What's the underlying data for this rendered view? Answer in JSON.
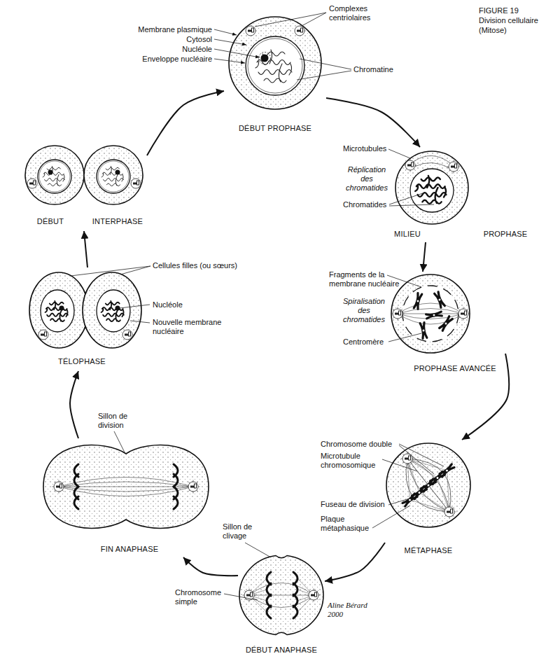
{
  "diagram": {
    "title": "FIGURE 19 Division cellulaire (Mitose)",
    "nodes": [
      {
        "text": [
          "DÉBUT PROPHASE"
        ]
      },
      {
        "text": [
          "MILIEU",
          "PROPHASE"
        ]
      },
      {
        "text": [
          "PROPHASE AVANCÉE"
        ]
      },
      {
        "text": [
          "MÉTAPHASE"
        ]
      },
      {
        "text": [
          "DÉBUT ANAPHASE"
        ]
      },
      {
        "text": [
          "FIN ANAPHASE"
        ]
      },
      {
        "text": [
          "TÉLOPHASE"
        ]
      },
      {
        "text": [
          "DÉBUT",
          "INTERPHASE"
        ]
      }
    ],
    "edges": [
      {
        "from": 0,
        "to": 1,
        "arrow": "to"
      },
      {
        "from": 1,
        "to": 2,
        "arrow": "to"
      },
      {
        "from": 2,
        "to": 3,
        "arrow": "to"
      },
      {
        "from": 3,
        "to": 4,
        "arrow": "to"
      },
      {
        "from": 4,
        "to": 5,
        "arrow": "to"
      },
      {
        "from": 5,
        "to": 6,
        "arrow": "to"
      },
      {
        "from": 6,
        "to": 7,
        "arrow": "to"
      },
      {
        "from": 7,
        "to": 0,
        "arrow": "to"
      }
    ],
    "labels": [
      "Complexes centriolaires",
      "Membrane plasmique",
      "Cytosol",
      "Nucléole",
      "Enveloppe nucléaire",
      "Chromatine",
      "Microtubules",
      "Réplication des chromatides",
      "Chromatides",
      "Fragments de la membrane nucléaire",
      "Spiralisation des chromatides",
      "Centromère",
      "Chromosome double",
      "Microtubule chromosomique",
      "Fuseau de division",
      "Plaque métaphasique",
      "Sillon de clivage",
      "Chromosome simple",
      "Aline Bérard 2000",
      "Sillon de division",
      "Cellules filles (ou sœurs)",
      "Nucléole",
      "Nouvelle membrane nucléaire"
    ]
  }
}
